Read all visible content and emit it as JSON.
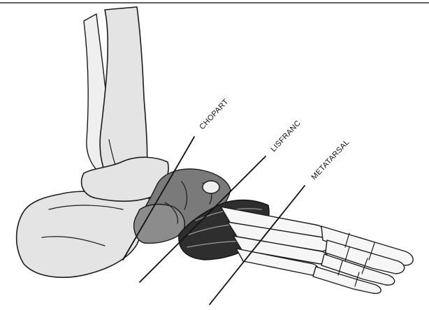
{
  "labels": {
    "chopart": "CHOPART",
    "lisfranc": "LISFRANC",
    "metatarsal": "METATARSAL"
  },
  "colors": {
    "chopart_region": "#7a7a7a",
    "lisfranc_region": "#2e2e2e",
    "bone": "#e4e4e4"
  }
}
